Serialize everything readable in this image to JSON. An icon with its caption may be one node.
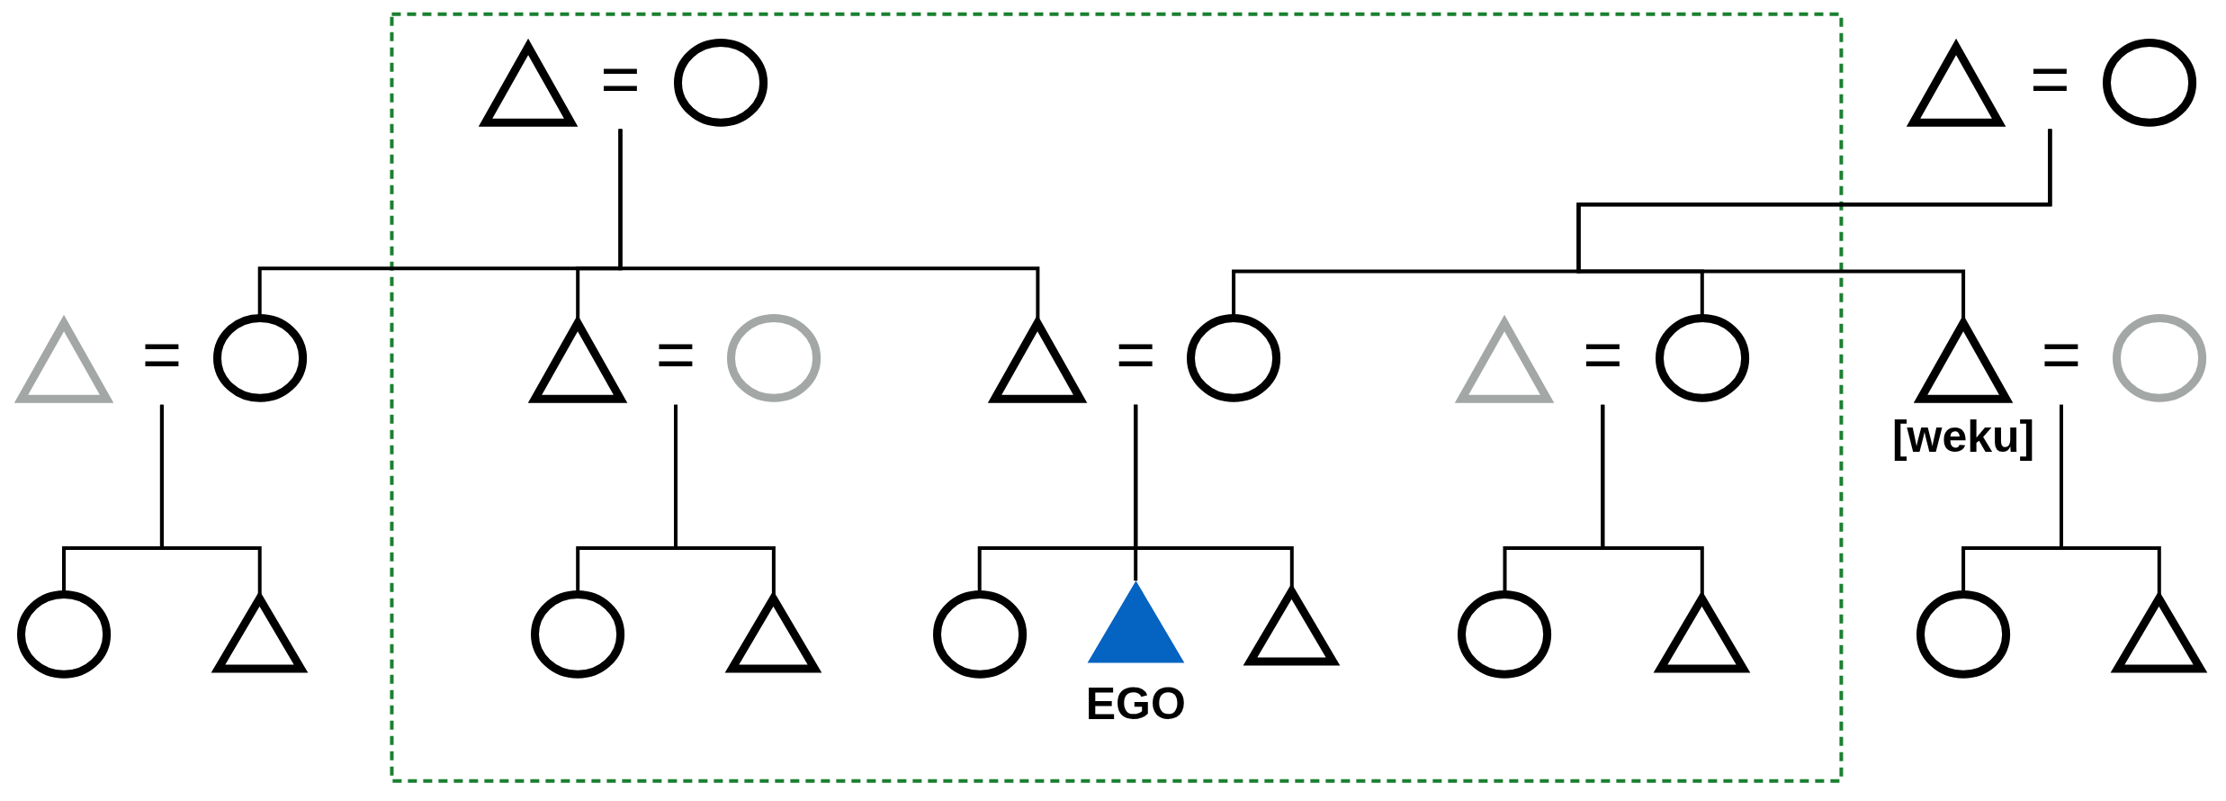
{
  "diagram": {
    "nodes": [
      {
        "text": [],
        "shape": "triangle"
      },
      {
        "text": [
          "="
        ]
      },
      {
        "text": [],
        "shape": "circle"
      },
      {
        "text": [],
        "shape": "triangle"
      },
      {
        "text": [
          "="
        ]
      },
      {
        "text": [],
        "shape": "circle"
      },
      {
        "text": [],
        "shape": "triangle"
      },
      {
        "text": [
          "="
        ]
      },
      {
        "text": [],
        "shape": "circle"
      },
      {
        "text": [],
        "shape": "triangle"
      },
      {
        "text": [
          "="
        ]
      },
      {
        "text": [],
        "shape": "circle"
      },
      {
        "text": [],
        "shape": "triangle"
      },
      {
        "text": [
          "="
        ]
      },
      {
        "text": [],
        "shape": "circle"
      },
      {
        "text": [],
        "shape": "triangle"
      },
      {
        "text": [
          "="
        ]
      },
      {
        "text": [],
        "shape": "circle"
      },
      {
        "text": [],
        "shape": "triangle",
        "beside": [
          "[weku]"
        ]
      },
      {
        "text": [
          "="
        ]
      },
      {
        "text": [],
        "shape": "circle"
      },
      {
        "text": [],
        "shape": "circle"
      },
      {
        "text": [],
        "shape": "triangle"
      },
      {
        "text": [],
        "shape": "circle"
      },
      {
        "text": [],
        "shape": "triangle"
      },
      {
        "text": [],
        "shape": "circle"
      },
      {
        "text": [],
        "shape": "triangle",
        "beside": [
          "EGO"
        ]
      },
      {
        "text": [],
        "shape": "triangle"
      },
      {
        "text": [],
        "shape": "circle"
      },
      {
        "text": [],
        "shape": "triangle"
      },
      {
        "text": [],
        "shape": "circle"
      },
      {
        "text": [],
        "shape": "triangle"
      }
    ],
    "edges": [
      {
        "from": 1,
        "to": 8,
        "arrow": "none"
      },
      {
        "from": 1,
        "to": 9,
        "arrow": "none"
      },
      {
        "from": 1,
        "to": 12,
        "arrow": "none"
      },
      {
        "from": 4,
        "to": 14,
        "arrow": "none"
      },
      {
        "from": 4,
        "to": 17,
        "arrow": "none"
      },
      {
        "from": 4,
        "to": 18,
        "arrow": "none"
      },
      {
        "from": 7,
        "to": 21,
        "arrow": "none"
      },
      {
        "from": 7,
        "to": 22,
        "arrow": "none"
      },
      {
        "from": 10,
        "to": 23,
        "arrow": "none"
      },
      {
        "from": 10,
        "to": 24,
        "arrow": "none"
      },
      {
        "from": 13,
        "to": 25,
        "arrow": "none"
      },
      {
        "from": 13,
        "to": 26,
        "arrow": "none"
      },
      {
        "from": 13,
        "to": 27,
        "arrow": "none"
      },
      {
        "from": 16,
        "to": 28,
        "arrow": "none"
      },
      {
        "from": 16,
        "to": 29,
        "arrow": "none"
      },
      {
        "from": 19,
        "to": 30,
        "arrow": "none"
      },
      {
        "from": 19,
        "to": 31,
        "arrow": "none"
      }
    ]
  }
}
